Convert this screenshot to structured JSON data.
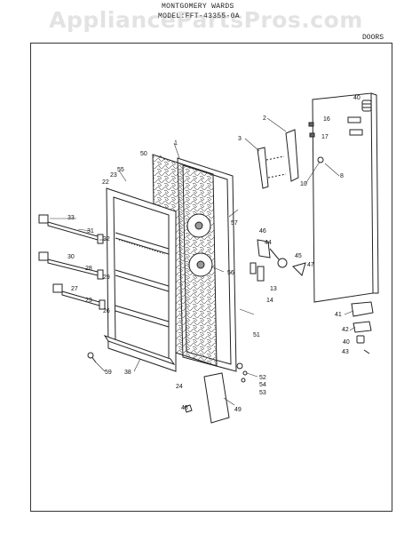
{
  "watermark": "AppliancePartsPros.com",
  "header": {
    "brand": "MONTGOMERY WARDS",
    "model": "MODEL:FFT-43355-0A"
  },
  "section": "DOORS",
  "callouts": [
    {
      "n": "40"
    },
    {
      "n": "1"
    },
    {
      "n": "2"
    },
    {
      "n": "3"
    },
    {
      "n": "16"
    },
    {
      "n": "17"
    },
    {
      "n": "8"
    },
    {
      "n": "10"
    },
    {
      "n": "50"
    },
    {
      "n": "55"
    },
    {
      "n": "23"
    },
    {
      "n": "22"
    },
    {
      "n": "57"
    },
    {
      "n": "33"
    },
    {
      "n": "31"
    },
    {
      "n": "32"
    },
    {
      "n": "46"
    },
    {
      "n": "44"
    },
    {
      "n": "45"
    },
    {
      "n": "47"
    },
    {
      "n": "30"
    },
    {
      "n": "28"
    },
    {
      "n": "56"
    },
    {
      "n": "13"
    },
    {
      "n": "14"
    },
    {
      "n": "29"
    },
    {
      "n": "27"
    },
    {
      "n": "23"
    },
    {
      "n": "26"
    },
    {
      "n": "41"
    },
    {
      "n": "42"
    },
    {
      "n": "40"
    },
    {
      "n": "43"
    },
    {
      "n": "51"
    },
    {
      "n": "59"
    },
    {
      "n": "38"
    },
    {
      "n": "24"
    },
    {
      "n": "52"
    },
    {
      "n": "54"
    },
    {
      "n": "53"
    },
    {
      "n": "48"
    },
    {
      "n": "49"
    }
  ]
}
